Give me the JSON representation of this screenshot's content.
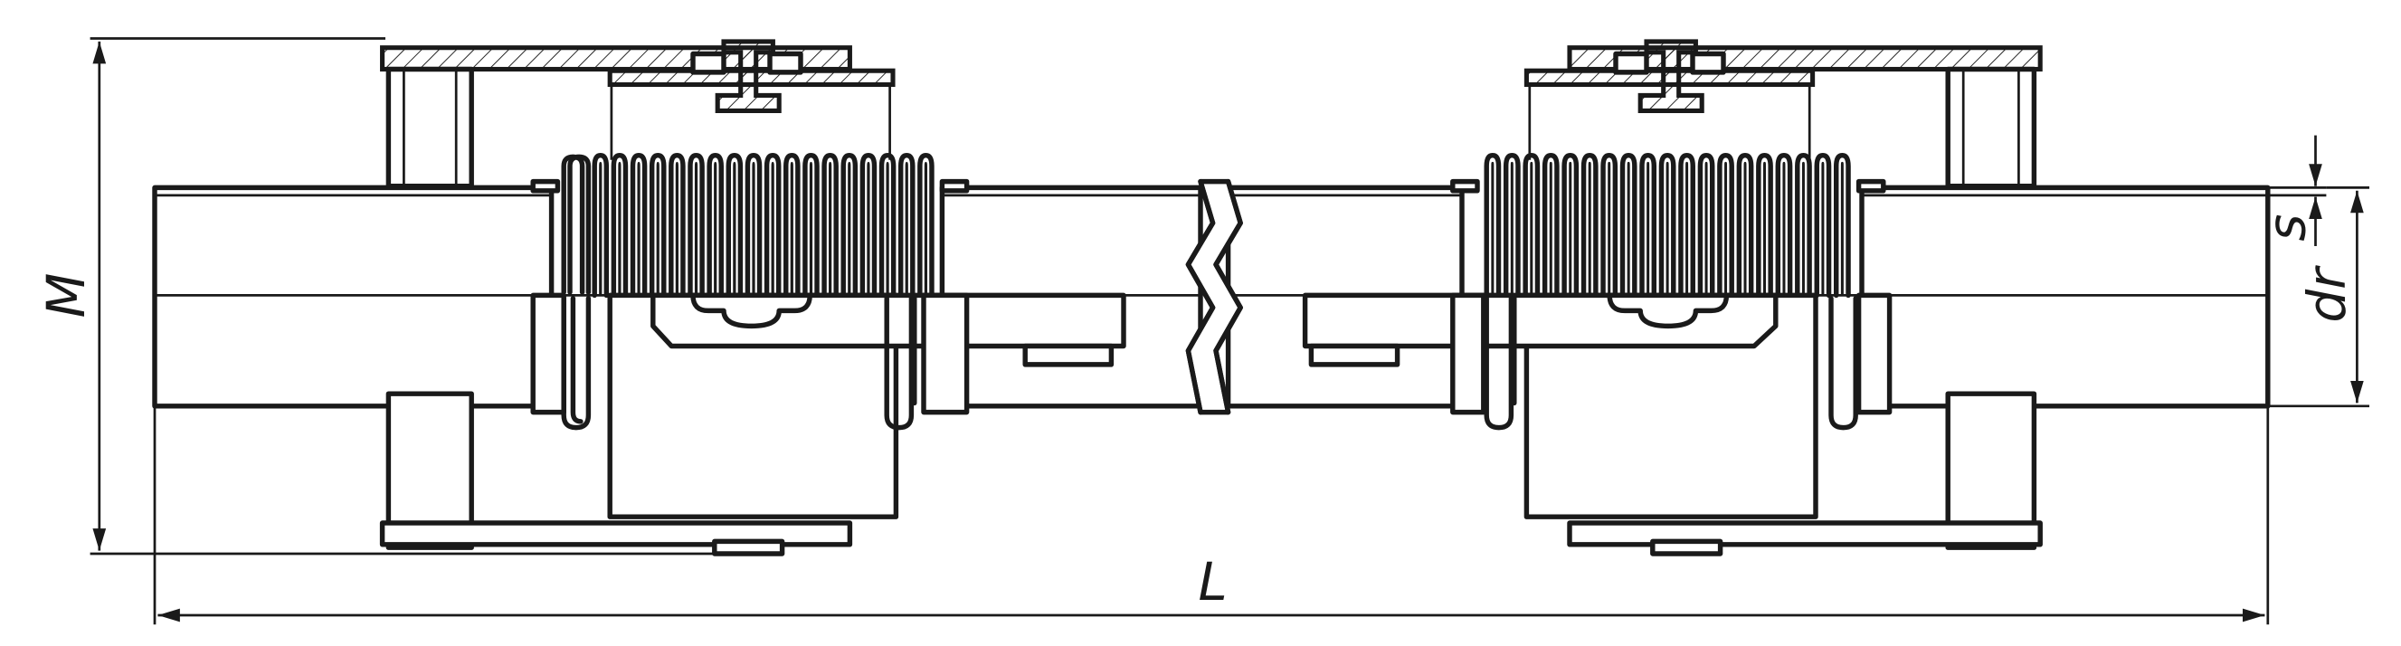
{
  "drawing": {
    "labels": {
      "overall_height": "M",
      "overall_length": "L",
      "wall_thickness": "s",
      "pipe_diameter": "dr"
    }
  }
}
